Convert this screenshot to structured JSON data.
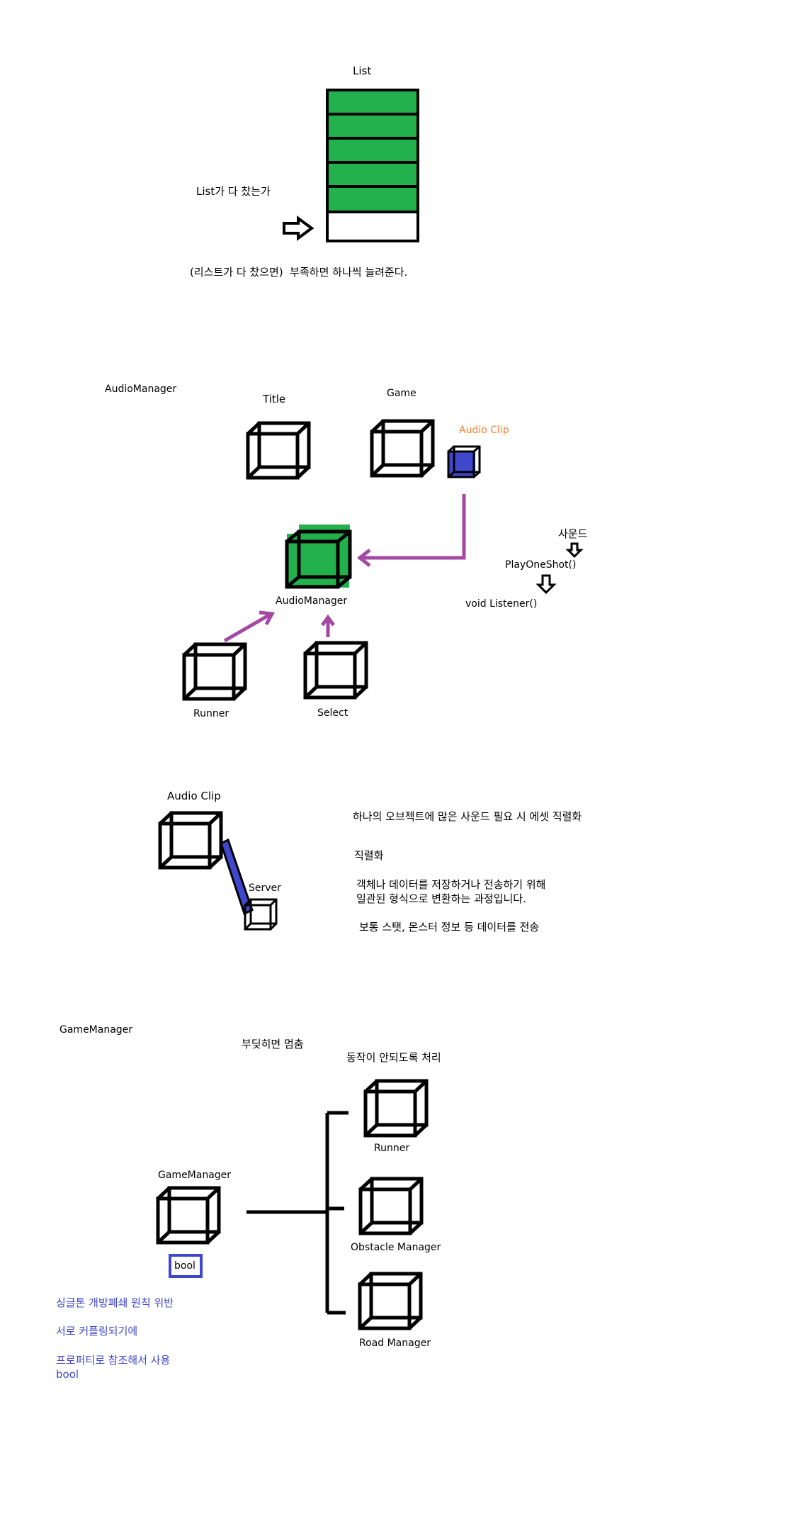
{
  "list_section": {
    "title": "List",
    "question": "List가 다 찼는가",
    "note": "(리스트가 다 찼으면)  부족하면 하나씩 늘려준다.",
    "filled_slots": 5,
    "total_slots": 6
  },
  "audio_section": {
    "heading": "AudioManager",
    "title_label": "Title",
    "game_label": "Game",
    "audio_clip_label": "Audio Clip",
    "manager_label": "AudioManager",
    "runner_label": "Runner",
    "select_label": "Select",
    "sound_label": "사운드",
    "playoneshot_label": "PlayOneShot()",
    "listener_label": "void Listener()"
  },
  "serialize_section": {
    "audio_clip_label": "Audio Clip",
    "server_label": "Server",
    "line1": "하나의 오브젝트에 많은 사운드 필요 시 에셋 직렬화",
    "line2": "직렬화",
    "line3": "객체나 데이터를 저장하거나 전송하기 위해",
    "line4": "일관된 형식으로 변환하는 과정입니다.",
    "line5": "보통 스탯, 몬스터 정보 등 데이터를 전송"
  },
  "game_section": {
    "heading": "GameManager",
    "stop_note": "부딪히면 멈춤",
    "handle_note": "동작이 안되도록 처리",
    "manager_label": "GameManager",
    "bool_label": "bool",
    "runner_label": "Runner",
    "obstacle_label": "Obstacle Manager",
    "road_label": "Road Manager",
    "blue_note1": "싱글톤 개방폐쇄 원칙 위반",
    "blue_note2": "서로 커플링되기에",
    "blue_note3": "프로퍼티로 참조해서 사용",
    "blue_note4": "bool"
  },
  "colors": {
    "green": "#22b14c",
    "purple": "#a349a4",
    "blue": "#3f48cc",
    "orange": "#ff7f27",
    "black": "#000000"
  }
}
